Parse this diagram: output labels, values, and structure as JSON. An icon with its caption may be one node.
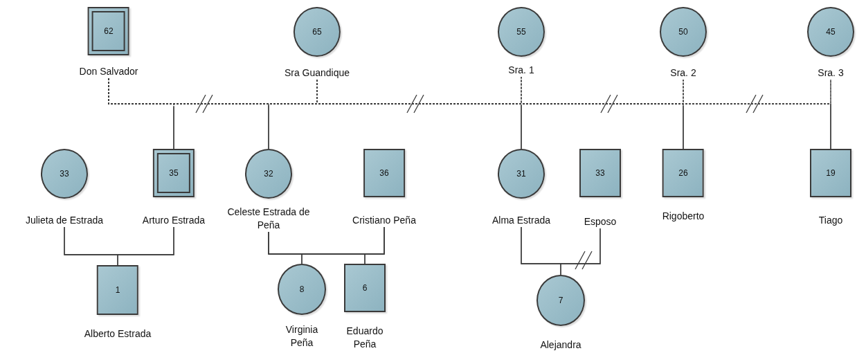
{
  "diagram": {
    "nodes": [
      {
        "text": [
          "62",
          "Don Salvador"
        ]
      },
      {
        "text": [
          "65",
          "Sra Guandique"
        ]
      },
      {
        "text": [
          "55",
          "Sra. 1"
        ]
      },
      {
        "text": [
          "50",
          "Sra. 2"
        ]
      },
      {
        "text": [
          "45",
          "Sra. 3"
        ]
      },
      {
        "text": [
          "33",
          "Julieta de Estrada"
        ]
      },
      {
        "text": [
          "35",
          "Arturo Estrada"
        ]
      },
      {
        "text": [
          "32",
          "Celeste Estrada de Peña"
        ]
      },
      {
        "text": [
          "36",
          "Cristiano Peña"
        ]
      },
      {
        "text": [
          "31",
          "Alma Estrada"
        ]
      },
      {
        "text": [
          "33",
          "Esposo"
        ]
      },
      {
        "text": [
          "26",
          "Rigoberto"
        ]
      },
      {
        "text": [
          "19",
          "Tiago"
        ]
      },
      {
        "text": [
          "1",
          "Alberto Estrada"
        ]
      },
      {
        "text": [
          "8",
          "Virginia Peña"
        ]
      },
      {
        "text": [
          "6",
          "Eduardo Peña"
        ]
      },
      {
        "text": [
          "7",
          "Alejandra"
        ]
      }
    ],
    "edges": [
      {
        "from": 0,
        "to": 1,
        "arrow": "none",
        "style": "dashed"
      },
      {
        "from": 0,
        "to": 2,
        "arrow": "none",
        "style": "dashed"
      },
      {
        "from": 0,
        "to": 3,
        "arrow": "none",
        "style": "dashed"
      },
      {
        "from": 0,
        "to": 4,
        "arrow": "none",
        "style": "dashed"
      },
      {
        "from": 0,
        "to": 6,
        "arrow": "none",
        "style": "dashed"
      },
      {
        "from": 1,
        "to": 6,
        "arrow": "none",
        "style": "dashed"
      },
      {
        "from": 0,
        "to": 7,
        "arrow": "none",
        "style": "dashed"
      },
      {
        "from": 1,
        "to": 7,
        "arrow": "none",
        "style": "dashed"
      },
      {
        "from": 0,
        "to": 9,
        "arrow": "none",
        "style": "dashed"
      },
      {
        "from": 2,
        "to": 9,
        "arrow": "none",
        "style": "dashed"
      },
      {
        "from": 0,
        "to": 11,
        "arrow": "none",
        "style": "dashed"
      },
      {
        "from": 3,
        "to": 11,
        "arrow": "none",
        "style": "dashed"
      },
      {
        "from": 0,
        "to": 12,
        "arrow": "none",
        "style": "dashed"
      },
      {
        "from": 4,
        "to": 12,
        "arrow": "none",
        "style": "dashed"
      },
      {
        "from": 5,
        "to": 6,
        "arrow": "none"
      },
      {
        "from": 5,
        "to": 13,
        "arrow": "none"
      },
      {
        "from": 6,
        "to": 13,
        "arrow": "none"
      },
      {
        "from": 7,
        "to": 8,
        "arrow": "none"
      },
      {
        "from": 7,
        "to": 14,
        "arrow": "none"
      },
      {
        "from": 8,
        "to": 14,
        "arrow": "none"
      },
      {
        "from": 7,
        "to": 15,
        "arrow": "none"
      },
      {
        "from": 8,
        "to": 15,
        "arrow": "none"
      },
      {
        "from": 9,
        "to": 10,
        "arrow": "none"
      },
      {
        "from": 9,
        "to": 16,
        "arrow": "none"
      },
      {
        "from": 10,
        "to": 16,
        "arrow": "none"
      }
    ]
  }
}
